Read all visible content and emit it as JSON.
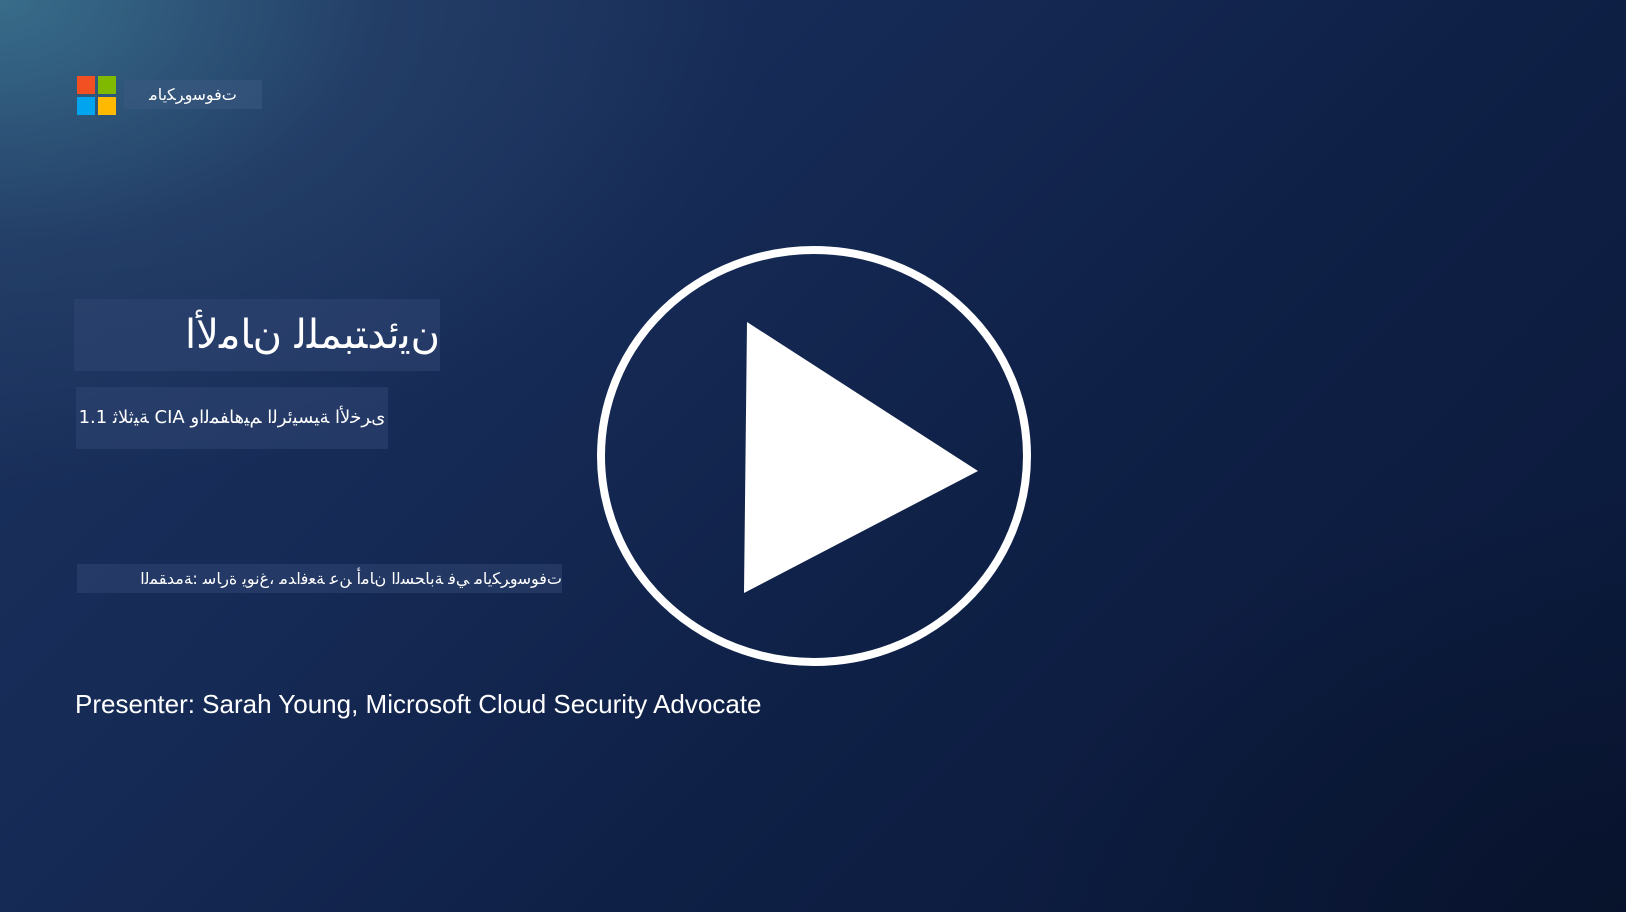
{
  "logo": {
    "name": "microsoft-logo",
    "wordmark": "ﺕﻓﻮﺳﻭﺮﻜﻳﺎﻣ",
    "colors": [
      "#f25022",
      "#7fba00",
      "#00a4ef",
      "#ffb900"
    ]
  },
  "title": "ﻥﻳﺋﺪﺘﺒﻤﻠﻟ ﻥﺎﻣﻷﺍ",
  "subtitle": "ﻯﺮﺧﻷﺍ ﺔﻴﺴﻴﺋﺮﻟﺍ ﻢﻴﻫﺎﻔﻤﻟﺍﻭ CIA ﺔﻴﺛﻼﺛ 1.1",
  "intro": "ﺕﻓﻮﺳﻭﺮﻜﻳﺎﻣ ﻲﻓ ﺔﺑﺎﺤﺴﻟﺍ ﻥﺎﻣﺃ ﻦﻋ ﺔﻌﻓﺍﺪﻣ ،ﻍﻧﻮﻳ ﺓﺭﺎﺳ :ﺔﻣﺪﻘﻤﻟﺍ",
  "presenter": "Presenter: Sarah Young, Microsoft Cloud Security Advocate",
  "play": {
    "icon": "play-icon",
    "color": "#ffffff"
  }
}
